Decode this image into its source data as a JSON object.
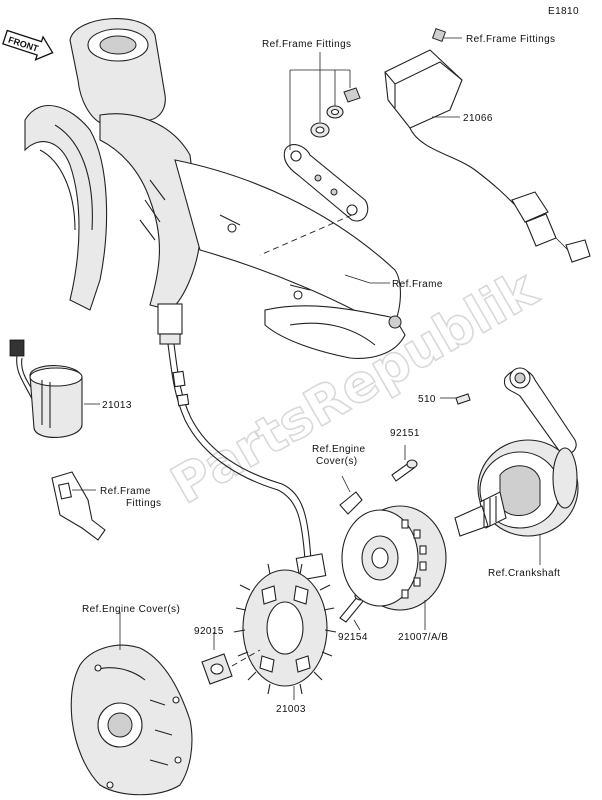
{
  "diagram_code": "E1810",
  "front_label": "FRONT",
  "watermark": "PartsRepublik",
  "callouts": {
    "ref_frame_fittings_top": "Ref.Frame Fittings",
    "ref_frame_fittings_right": "Ref.Frame Fittings",
    "part_21066": "21066",
    "ref_frame": "Ref.Frame",
    "part_21013": "21013",
    "ref_frame_fittings_left_1": "Ref.Frame",
    "ref_frame_fittings_left_2": "Fittings",
    "ref_engine_cover_1": "Ref.Engine",
    "ref_engine_cover_2": "Cover(s)",
    "part_92151": "92151",
    "part_510": "510",
    "ref_crankshaft": "Ref.Crankshaft",
    "ref_engine_covers_left": "Ref.Engine Cover(s)",
    "part_92015": "92015",
    "part_92154": "92154",
    "part_21007": "21007/A/B",
    "part_21003": "21003"
  }
}
